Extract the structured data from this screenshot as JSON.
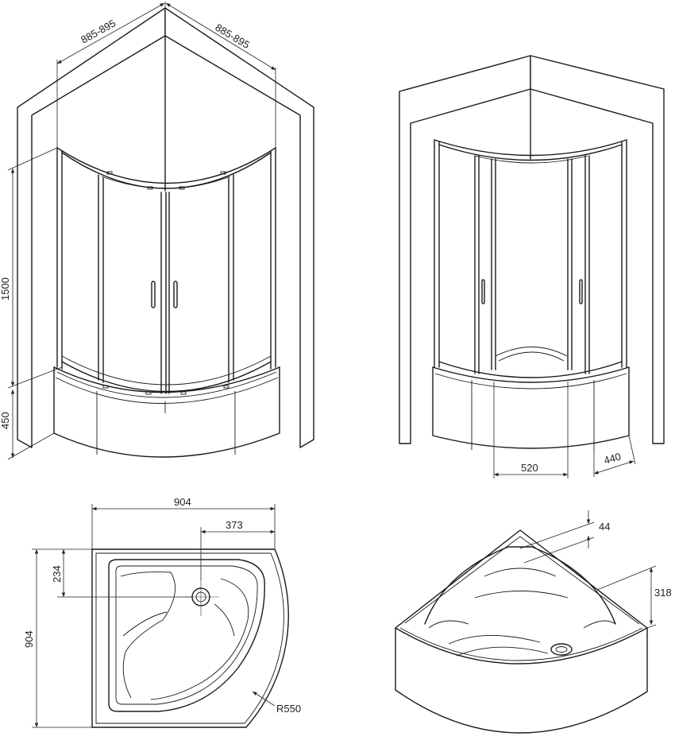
{
  "views": {
    "front_elevation": {
      "width_left": "885-895",
      "width_right": "885-895",
      "height_panel": "1500",
      "height_tray": "450"
    },
    "side_elevation": {
      "door_opening": "520",
      "side_width": "440"
    },
    "tray_plan": {
      "total_width": "904",
      "total_depth": "904",
      "drain_offset_x": "373",
      "drain_offset_y": "234",
      "radius": "R550"
    },
    "tray_perspective": {
      "rim_height": "44",
      "tray_depth": "318"
    }
  }
}
